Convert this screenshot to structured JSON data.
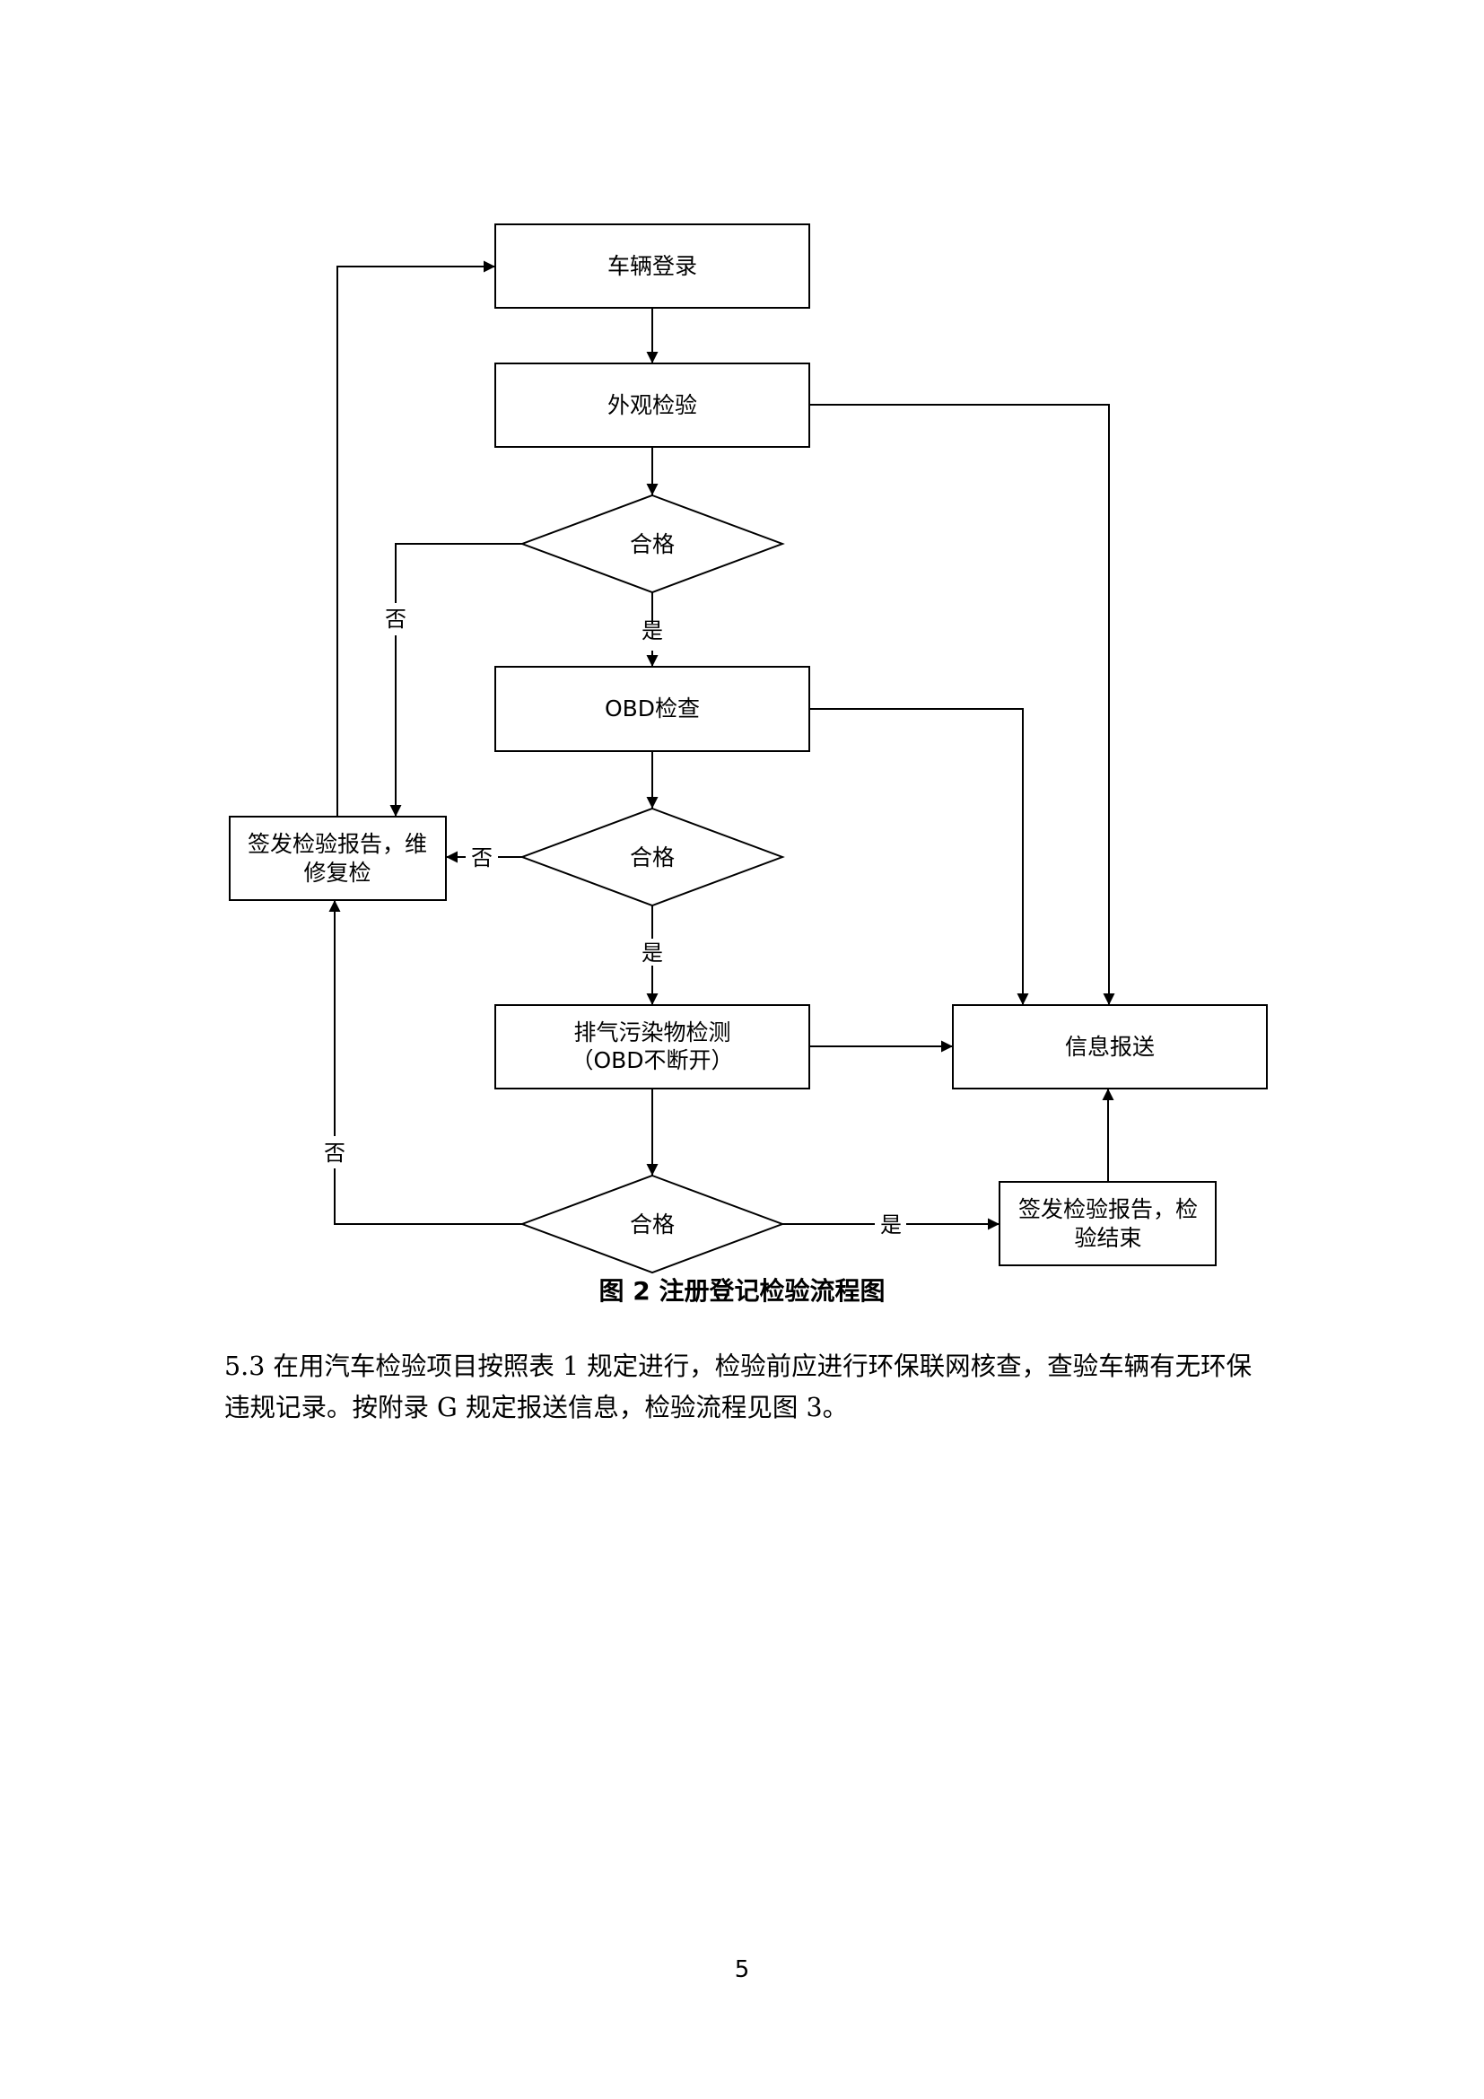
{
  "flowchart": {
    "nodes": {
      "vehicle_login": "车辆登录",
      "appearance_check": "外观检验",
      "decision1": "合格",
      "obd_check": "OBD检查",
      "decision2": "合格",
      "issue_repair": [
        "签发检验报告，维",
        "修复检"
      ],
      "emission_test": [
        "排气污染物检测",
        "（OBD不断开）"
      ],
      "info_report": "信息报送",
      "decision3": "合格",
      "issue_end": [
        "签发检验报告，检",
        "验结束"
      ]
    },
    "edge_labels": {
      "d1_no": "否",
      "d1_yes": "是",
      "d2_no": "否",
      "d2_yes": "是",
      "d3_no": "否",
      "d3_yes": "是"
    }
  },
  "caption": "图 2  注册登记检验流程图",
  "paragraph": [
    "5.3  在用汽车检验项目按照表 1 规定进行，检验前应进行环保联网核查，查验车辆有无环保",
    "违规记录。按附录 G 规定报送信息，检验流程见图 3。"
  ],
  "page_number": "5"
}
